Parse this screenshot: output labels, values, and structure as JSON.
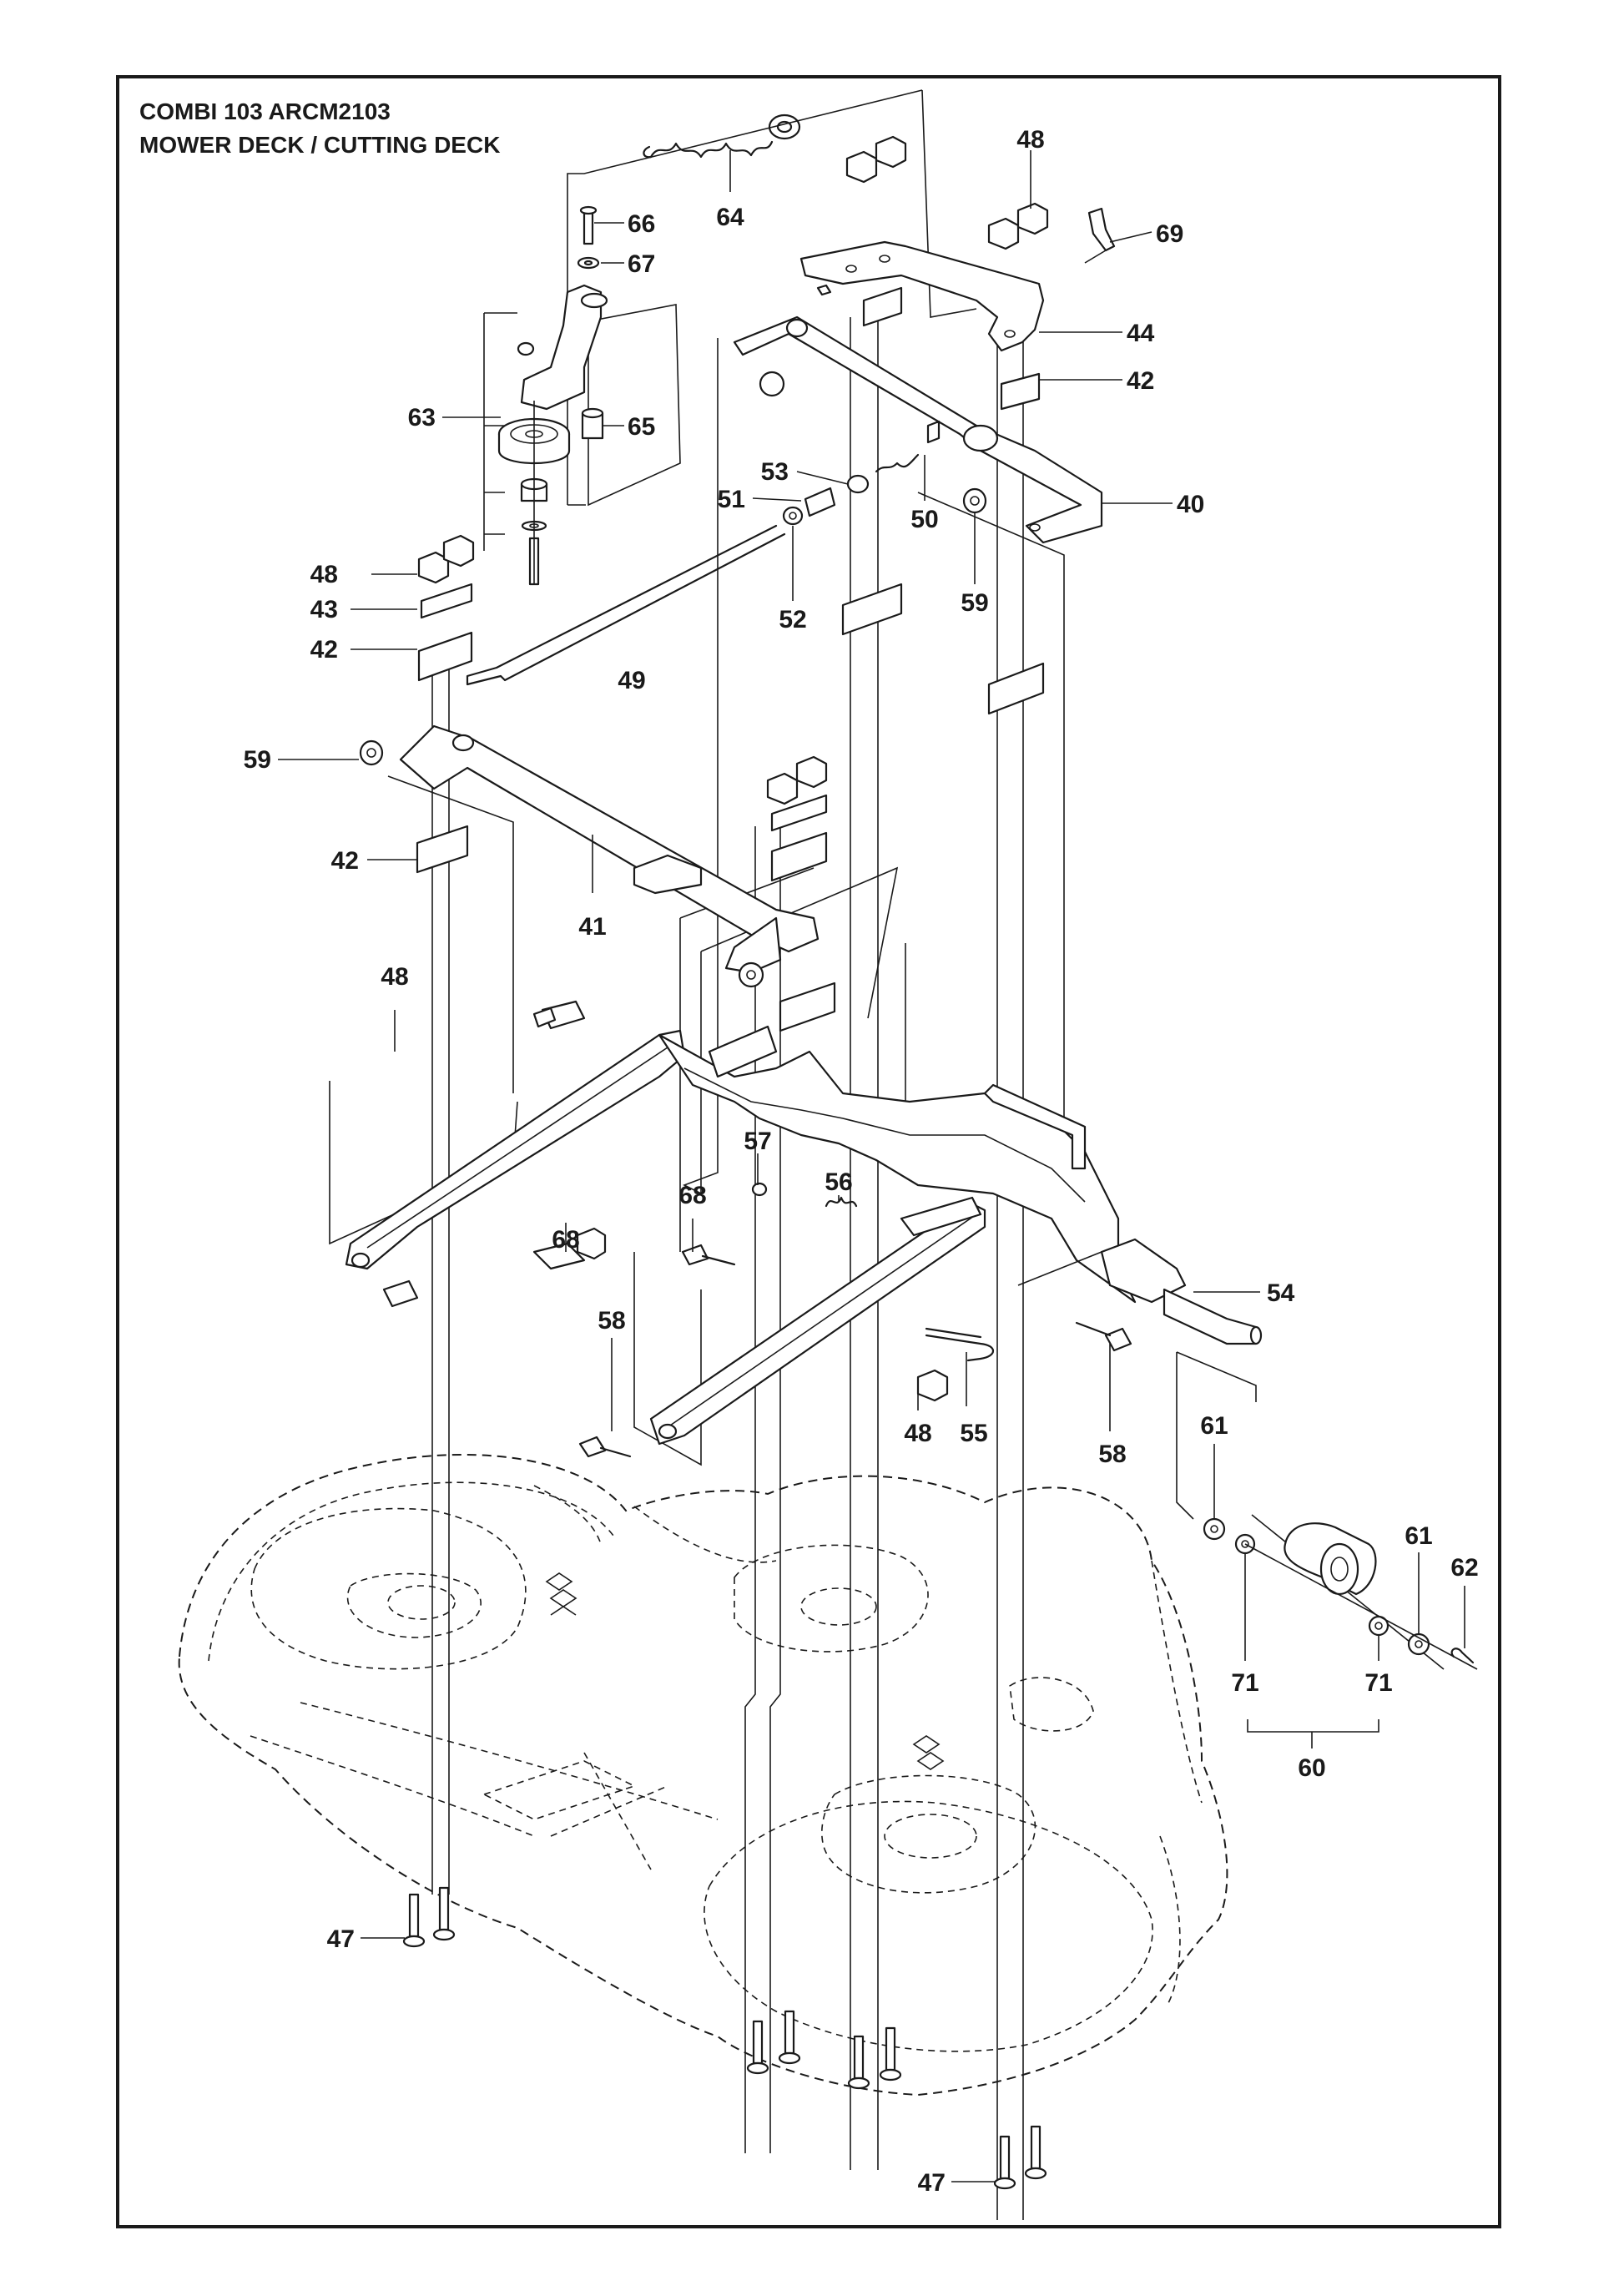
{
  "title": {
    "line1": "COMBI 103 ARCM2103",
    "line2": "MOWER DECK / CUTTING DECK"
  },
  "callouts": [
    {
      "id": "c64a",
      "label": "64"
    },
    {
      "id": "c66",
      "label": "66"
    },
    {
      "id": "c67",
      "label": "67"
    },
    {
      "id": "c63",
      "label": "63"
    },
    {
      "id": "c65",
      "label": "65"
    },
    {
      "id": "c48a",
      "label": "48"
    },
    {
      "id": "c48b",
      "label": "48"
    },
    {
      "id": "c69",
      "label": "69"
    },
    {
      "id": "c44",
      "label": "44"
    },
    {
      "id": "c42a",
      "label": "42"
    },
    {
      "id": "c53",
      "label": "53"
    },
    {
      "id": "c51",
      "label": "51"
    },
    {
      "id": "c50",
      "label": "50"
    },
    {
      "id": "c40",
      "label": "40"
    },
    {
      "id": "c52",
      "label": "52"
    },
    {
      "id": "c59a",
      "label": "59"
    },
    {
      "id": "c43",
      "label": "43"
    },
    {
      "id": "c42b",
      "label": "42"
    },
    {
      "id": "c49",
      "label": "49"
    },
    {
      "id": "c59b",
      "label": "59"
    },
    {
      "id": "c42c",
      "label": "42"
    },
    {
      "id": "c41",
      "label": "41"
    },
    {
      "id": "c48c",
      "label": "48"
    },
    {
      "id": "c68a",
      "label": "68"
    },
    {
      "id": "c57",
      "label": "57"
    },
    {
      "id": "c56",
      "label": "56"
    },
    {
      "id": "c68b",
      "label": "68"
    },
    {
      "id": "c54",
      "label": "54"
    },
    {
      "id": "c58a",
      "label": "58"
    },
    {
      "id": "c48d",
      "label": "48"
    },
    {
      "id": "c55",
      "label": "55"
    },
    {
      "id": "c58b",
      "label": "58"
    },
    {
      "id": "c61a",
      "label": "61"
    },
    {
      "id": "c61b",
      "label": "61"
    },
    {
      "id": "c62",
      "label": "62"
    },
    {
      "id": "c71a",
      "label": "71"
    },
    {
      "id": "c71b",
      "label": "71"
    },
    {
      "id": "c60",
      "label": "60"
    },
    {
      "id": "c47a",
      "label": "47"
    },
    {
      "id": "c47b",
      "label": "47"
    }
  ]
}
